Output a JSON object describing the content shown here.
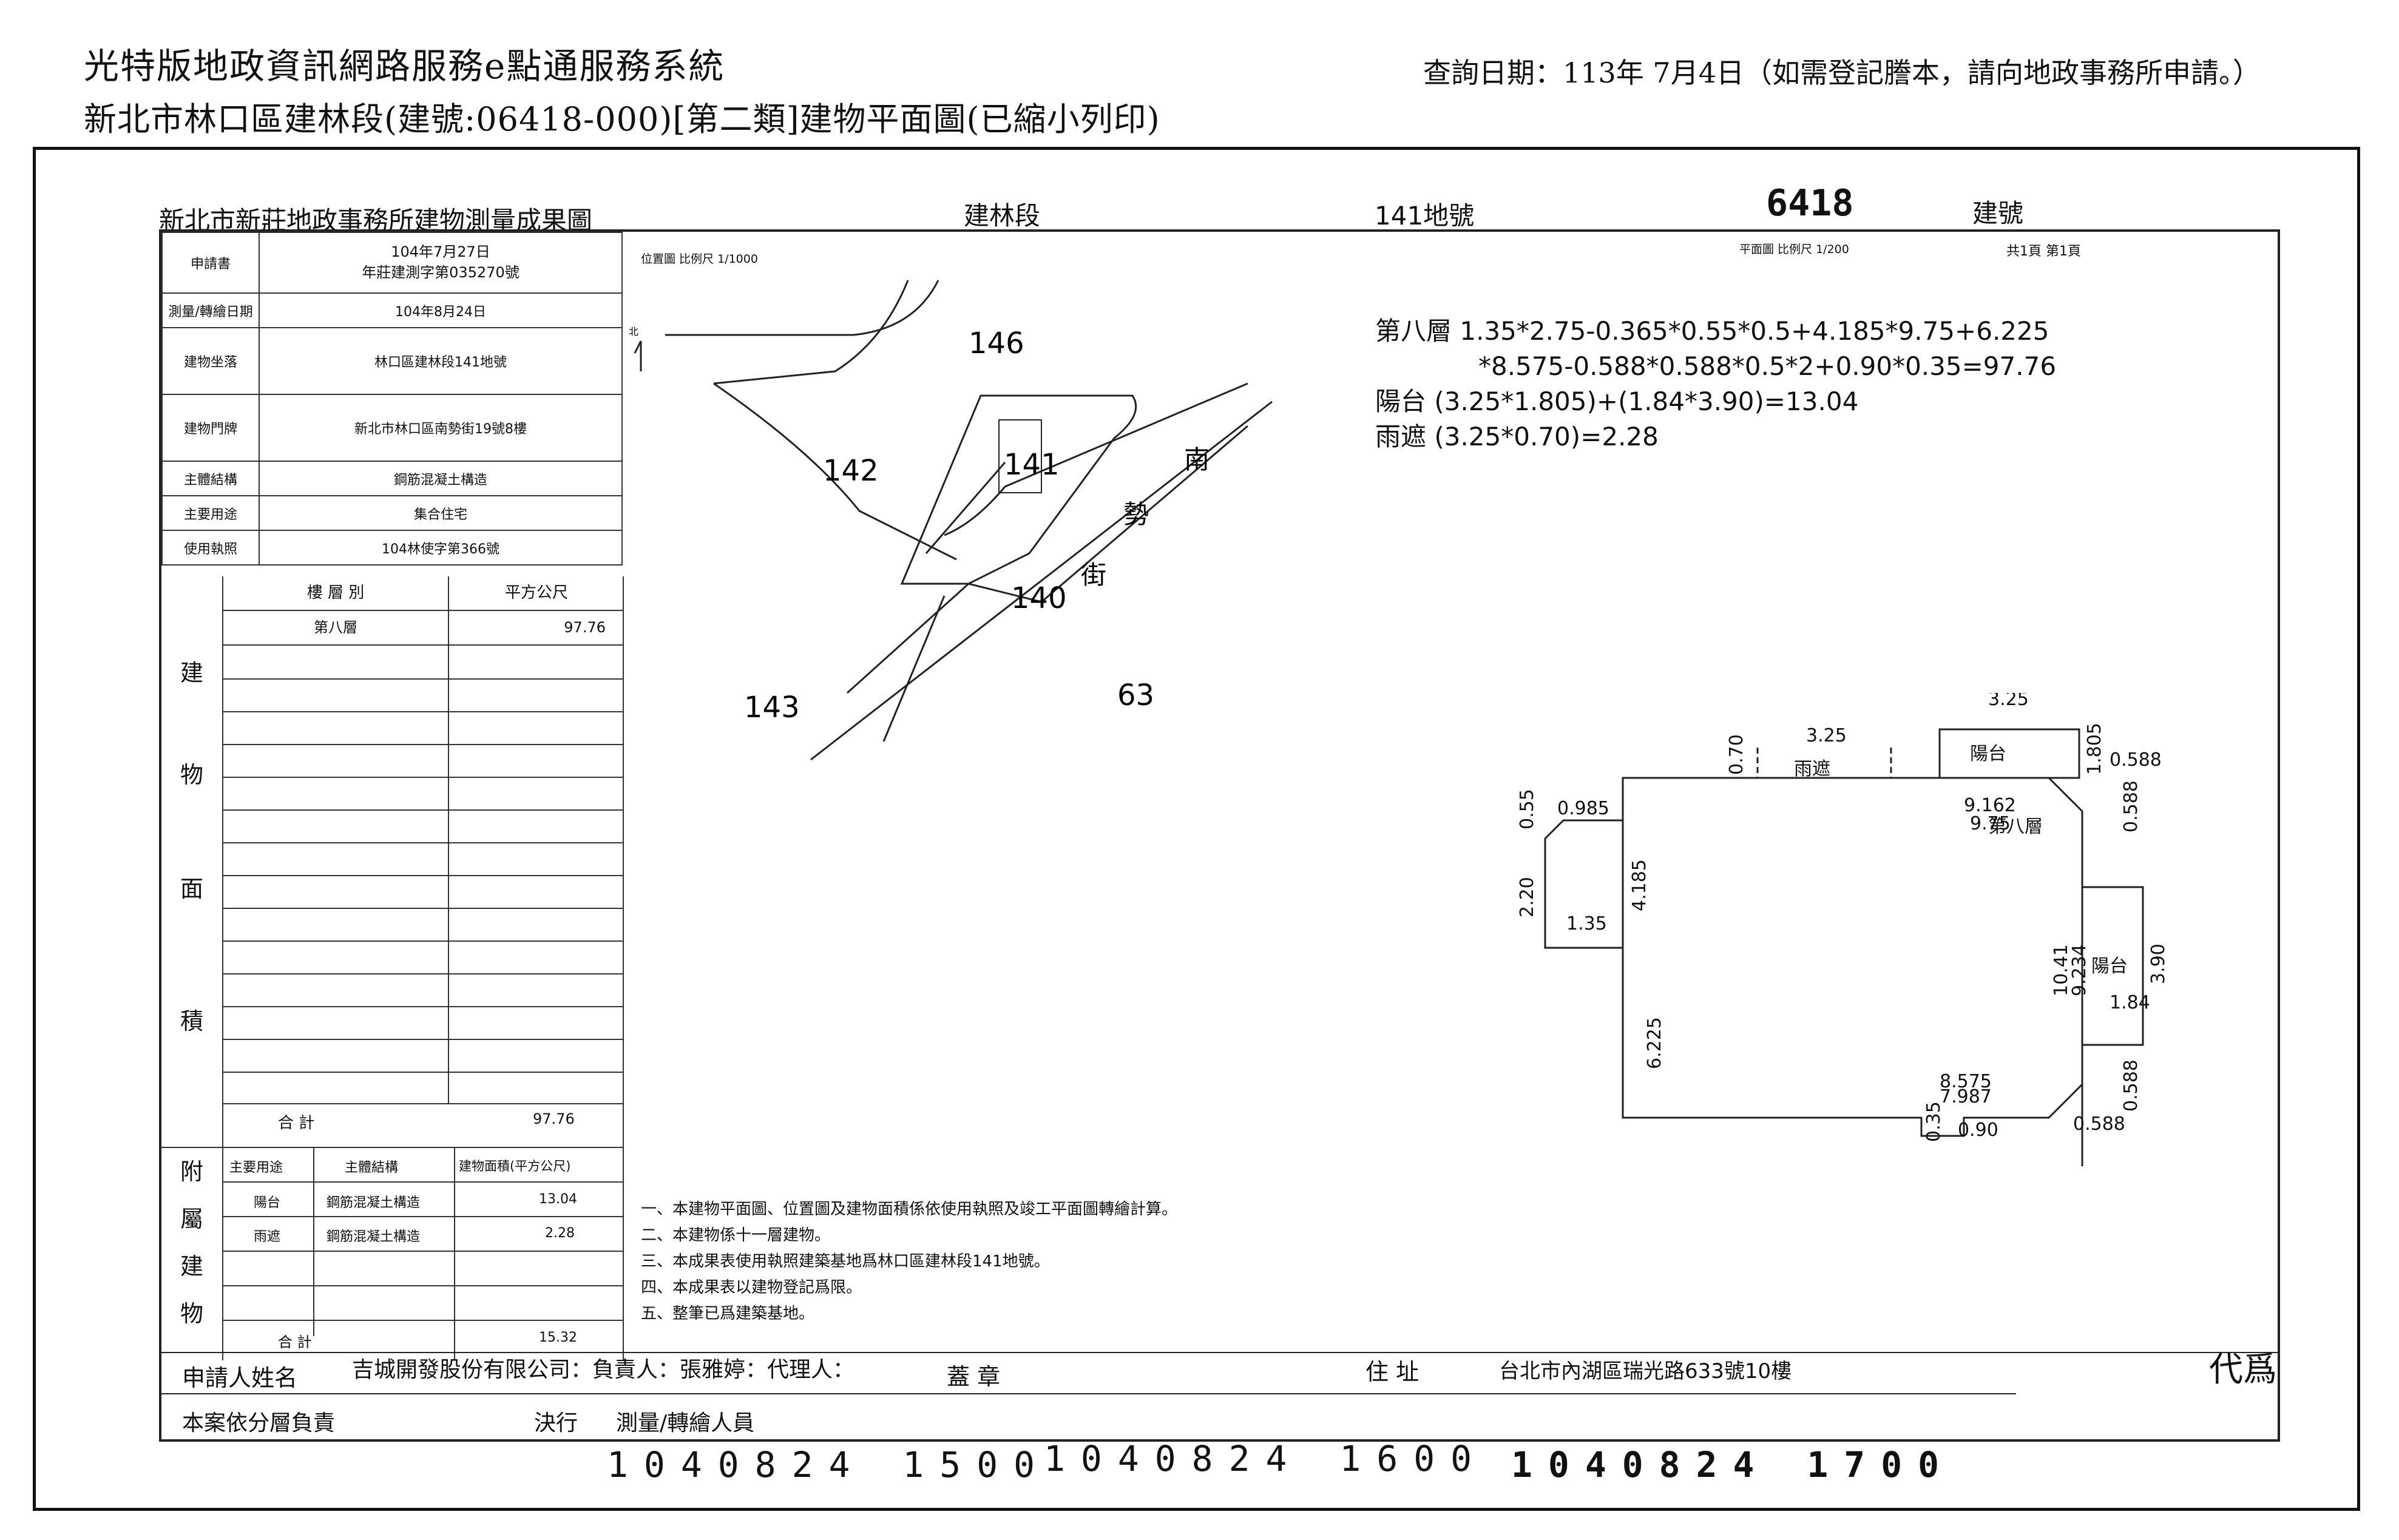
{
  "header": {
    "system_title": "光特版地政資訊網路服務e點通服務系統",
    "doc_title": "新北市林口區建林段(建號:06418-000)[第二類]建物平面圖(已縮小列印)",
    "query_date": "查詢日期：113年 7月4日（如需登記謄本，請向地政事務所申請。）"
  },
  "form": {
    "office_title": "新北市新莊地政事務所建物測量成果圖",
    "section": "建林段",
    "lot": "141地號",
    "build_no": "6418",
    "build_no_label": "建號",
    "plan_scale": "平面圖  比例尺  1/200",
    "pages": "共1頁  第1頁",
    "location_scale": "位置圖  比例尺  1/1000"
  },
  "info_rows": [
    {
      "label": "申請書",
      "value1": "104年7月27日",
      "value2": "年莊建測字第035270號"
    },
    {
      "label": "測量/轉繪日期",
      "value1": "104年8月24日"
    },
    {
      "label": "建物坐落",
      "value1": "林口區建林段141地號"
    },
    {
      "label": "建物門牌",
      "value1": "新北市林口區南勢街19號8樓"
    },
    {
      "label": "主體結構",
      "value1": "鋼筋混凝土構造"
    },
    {
      "label": "主要用途",
      "value1": "集合住宅"
    },
    {
      "label": "使用執照",
      "value1": "104林使字第366號"
    }
  ],
  "area_table": {
    "group_label": [
      "建",
      "物",
      "面",
      "積"
    ],
    "col_floor": "樓 層 別",
    "col_area": "平方公尺",
    "rows": [
      {
        "floor": "第八層",
        "area": "97.76"
      }
    ],
    "total_label": "合 計",
    "total": "97.76"
  },
  "attached_table": {
    "group_label": [
      "附",
      "屬",
      "建",
      "物"
    ],
    "col_use": "主要用途",
    "col_struct": "主體結構",
    "col_area": "建物面積(平方公尺)",
    "rows": [
      {
        "use": "陽台",
        "struct": "鋼筋混凝土構造",
        "area": "13.04"
      },
      {
        "use": "雨遮",
        "struct": "鋼筋混凝土構造",
        "area": "2.28"
      }
    ],
    "total_label": "合 計",
    "total": "15.32"
  },
  "calc": {
    "line1": "第八層 1.35*2.75-0.365*0.55*0.5+4.185*9.75+6.225",
    "line2": "*8.575-0.588*0.588*0.5*2+0.90*0.35=97.76",
    "line3": "陽台 (3.25*1.805)+(1.84*3.90)=13.04",
    "line4": "雨遮 (3.25*0.70)=2.28"
  },
  "location_map": {
    "north": "北",
    "lot_146": "146",
    "lot_142": "142",
    "lot_141": "141",
    "lot_140": "140",
    "lot_143": "143",
    "lot_63": "63",
    "street": [
      "南",
      "勢",
      "街"
    ]
  },
  "floor_plan": {
    "floor_label": "第八層",
    "balcony_top": "陽台",
    "balcony_right": "陽台",
    "canopy": "雨遮",
    "dims": {
      "top_325": "3.25",
      "canopy_325": "3.25",
      "d_070": "0.70",
      "d_1805": "1.805",
      "d_0588_tr": "0.588",
      "d_0588_tr_v": "0.588",
      "d_9162": "9.162",
      "d_975": "9.75",
      "d_0985": "0.985",
      "d_055": "0.55",
      "d_4185": "4.185",
      "d_220": "2.20",
      "d_135": "1.35",
      "d_1041": "10.41",
      "d_9234": "9.234",
      "d_390": "3.90",
      "d_184": "1.84",
      "d_6225": "6.225",
      "d_8575": "8.575",
      "d_7987": "7.987",
      "d_0588_br_v": "0.588",
      "d_0588_br": "0.588",
      "d_035": "0.35",
      "d_090": "0.90"
    }
  },
  "notes": [
    "一、本建物平面圖、位置圖及建物面積係依使用執照及竣工平面圖轉繪計算。",
    "二、本建物係十一層建物。",
    "三、本成果表使用執照建築基地爲林口區建林段141地號。",
    "四、本成果表以建物登記爲限。",
    "五、整筆已爲建築基地。"
  ],
  "footer": {
    "applicant_label": "申請人姓名",
    "applicant": "吉城開發股份有限公司：負責人：張雅婷：代理人：",
    "seal": "蓋 章",
    "address_label": "住 址",
    "address": "台北市內湖區瑞光路633號10樓",
    "proxy": "代爲",
    "resp_label": "本案依分層負責",
    "exec": "決行",
    "surveyor": "測量/轉繪人員",
    "stamp1": "1040824  1500",
    "stamp2": "1040824  1600",
    "stamp3": "1040824  1700"
  }
}
